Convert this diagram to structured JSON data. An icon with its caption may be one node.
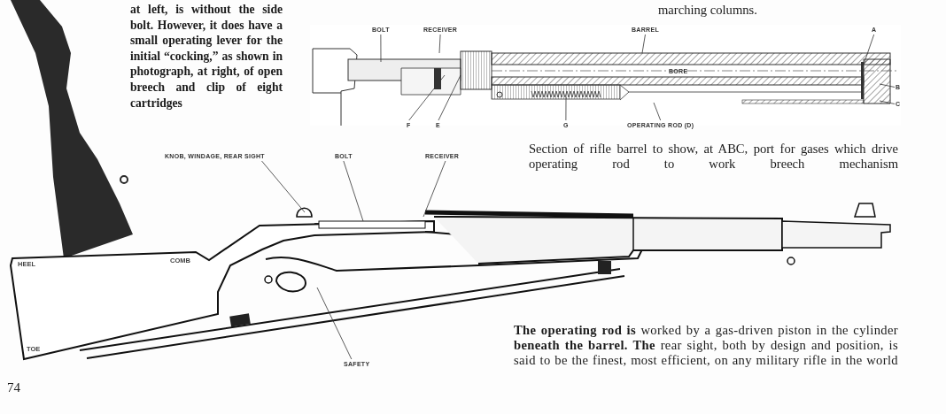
{
  "diagram": {
    "nodes": [
      {
        "text": [
          "BOLT"
        ]
      },
      {
        "text": [
          "RECEIVER"
        ]
      },
      {
        "text": [
          "BARREL"
        ]
      },
      {
        "text": [
          "A"
        ]
      },
      {
        "text": [
          "B"
        ]
      },
      {
        "text": [
          "C"
        ]
      },
      {
        "text": [
          "F"
        ]
      },
      {
        "text": [
          "E"
        ]
      },
      {
        "text": [
          "G"
        ]
      },
      {
        "text": [
          "OPERATING ROD (D)"
        ]
      },
      {
        "text": [
          "KNOB, WINDAGE, REAR SIGHT"
        ]
      },
      {
        "text": [
          "BOLT"
        ]
      },
      {
        "text": [
          "RECEIVER"
        ]
      },
      {
        "text": [
          "SAFETY"
        ]
      }
    ],
    "edges": [
      {
        "from": 0,
        "to": null,
        "arrow": "none"
      },
      {
        "from": 1,
        "to": null,
        "arrow": "none"
      },
      {
        "from": 2,
        "to": null,
        "arrow": "none"
      },
      {
        "from": 3,
        "to": null,
        "arrow": "none"
      },
      {
        "from": 4,
        "to": null,
        "arrow": "none"
      },
      {
        "from": 5,
        "to": null,
        "arrow": "none"
      },
      {
        "from": 6,
        "to": null,
        "arrow": "none"
      },
      {
        "from": 7,
        "to": null,
        "arrow": "none"
      },
      {
        "from": 8,
        "to": null,
        "arrow": "none"
      },
      {
        "from": 9,
        "to": null,
        "arrow": "none"
      },
      {
        "from": 10,
        "to": null,
        "arrow": "none"
      },
      {
        "from": 11,
        "to": null,
        "arrow": "none"
      },
      {
        "from": 12,
        "to": null,
        "arrow": "none"
      },
      {
        "from": 13,
        "to": null,
        "arrow": "none"
      }
    ],
    "labels": [
      "at left, is without the side bolt. However, it does have a small operating lever for the initial “cocking,” as shown in photograph, at right, of open breech and clip of eight cartridges",
      "marching columns.",
      "BORE",
      "Section of rifle barrel to show, at ABC, port for gases which drive operating rod to work breech mechanism",
      "HEEL",
      "COMB",
      "TOE",
      "**The operating rod is** worked by a gas-driven piston in the cylinder **beneath the barrel. The** rear sight, both by design and position, is said to be the finest, most efficient, on any military rifle in the world",
      "74"
    ]
  }
}
